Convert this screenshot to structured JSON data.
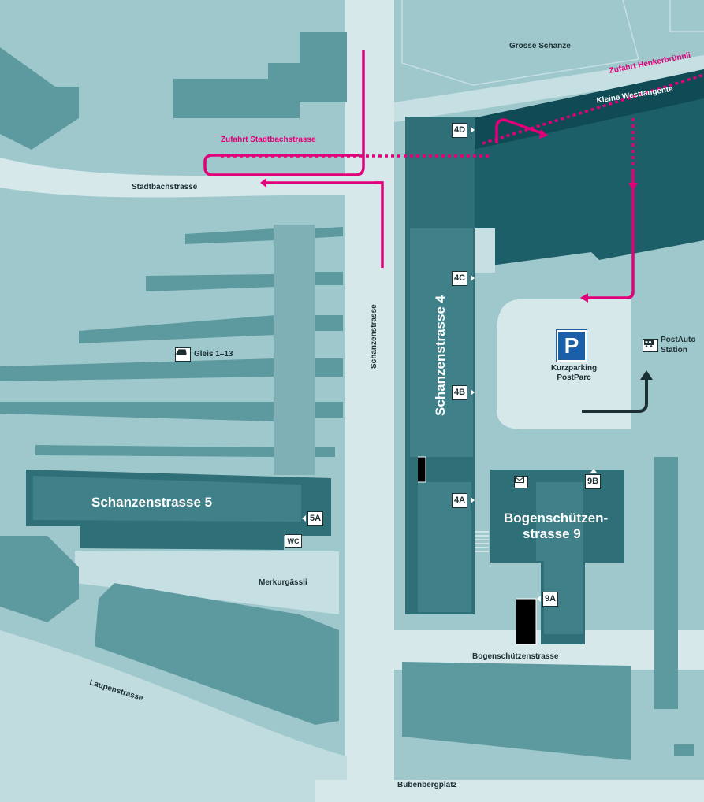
{
  "colors": {
    "background": "#9fc8cc",
    "road": "#d6e8ea",
    "building": "#4a8a91",
    "building_dark": "#2a6a72",
    "bridge_dark": "#0f4a55",
    "access_route": "#e2007a",
    "entrance_arrow": "#1c2f33"
  },
  "streets": {
    "grosse_schanze": "Grosse Schanze",
    "zufahrt_henkerbruennli": "Zufahrt Henkerbrünnli",
    "kleine_westtangente": "Kleine Westtangente",
    "zufahrt_stadtbachstrasse": "Zufahrt Stadtbachstrasse",
    "stadtbachstrasse": "Stadtbachstrasse",
    "schanzenstrasse": "Schanzenstrasse",
    "merkurgaessli": "Merkurgässli",
    "laupenstrasse": "Laupenstrasse",
    "bogenschuetzenstrasse": "Bogenschützenstrasse",
    "bubenbergplatz": "Bubenbergplatz"
  },
  "buildings": {
    "schanzenstrasse_4": "Schanzenstrasse 4",
    "schanzenstrasse_5": "Schanzenstrasse 5",
    "bogenschuetzenstrasse_9_line1": "Bogenschützen-",
    "bogenschuetzenstrasse_9_line2": "strasse 9"
  },
  "entrances": {
    "4D": "4D",
    "4C": "4C",
    "4B": "4B",
    "4A": "4A",
    "5A": "5A",
    "9A": "9A",
    "9B": "9B"
  },
  "poi": {
    "gleis": "Gleis 1–13",
    "parking_symbol": "P",
    "parking_line1": "Kurzparking",
    "parking_line2": "PostParc",
    "postauto_line1": "PostAuto",
    "postauto_line2": "Station",
    "wc": "WC"
  },
  "icons": [
    "train-icon",
    "parking-icon",
    "bus-icon",
    "mail-icon",
    "wc-icon",
    "entrance-arrow-icon"
  ]
}
